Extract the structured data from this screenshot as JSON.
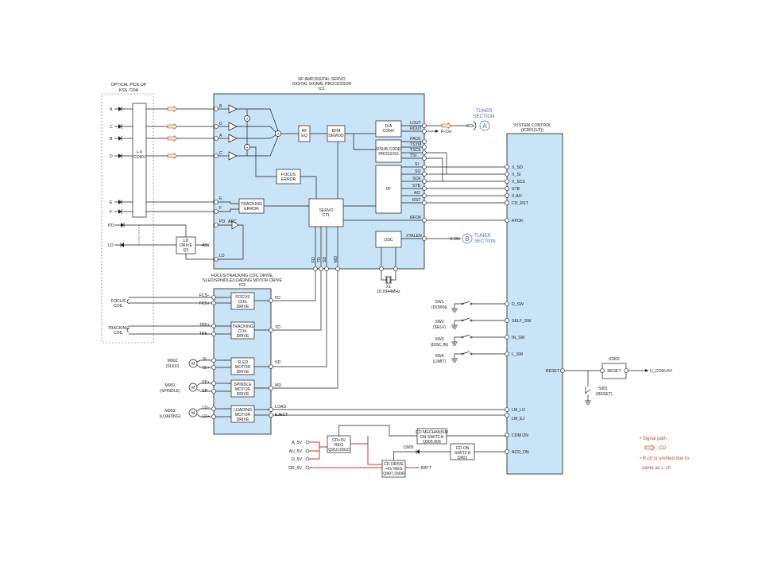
{
  "pickup": {
    "title": "OPTICAL PICK-UP",
    "model": "KSS-720A",
    "iv_line1": "I–V",
    "iv_line2": "CONV",
    "diodes": [
      "A",
      "C",
      "B",
      "D",
      "E",
      "F"
    ],
    "pd": "PD",
    "ld": "LD"
  },
  "ic1": {
    "title_line1": "RF AMP,DIGITAL SERVO",
    "title_line2": "DIGITAL SIGNAL PROCESSOR",
    "title_line3": "IC1",
    "inputs": [
      "B",
      "D",
      "A",
      "C",
      "E",
      "F",
      "PD",
      "LD"
    ],
    "rf_eq": [
      "RF",
      "EQ"
    ],
    "efm": [
      "EFM",
      "DEMOD"
    ],
    "da": [
      "D/A",
      "CONV"
    ],
    "dsub": [
      "DSUB CODE",
      "PROCESS"
    ],
    "focus_error": [
      "FOCUS",
      "ERROR"
    ],
    "tracking_error": [
      "TRACKING",
      "ERROR"
    ],
    "servo": [
      "SERVO",
      "CTL"
    ],
    "if": "I/F",
    "osc": "OSC",
    "apc": "APC",
    "audio_pins": [
      "LOUT",
      "ROUT"
    ],
    "sub_pins": [
      "PACK",
      "TSYM",
      "TSCK",
      "TSI"
    ],
    "if_pins": [
      "SI",
      "SO",
      "SCK",
      "STB",
      "AO",
      "RST"
    ],
    "rfok": "RFOK",
    "xtalen": "XTALEN",
    "servo_out": [
      "FD",
      "TD",
      "SD",
      "MD"
    ],
    "crystal": "X1",
    "crystal_freq": "16.9344MHz"
  },
  "ld_drive": {
    "line1": "LD",
    "line2": "DRIVE",
    "line3": "Q1",
    "supply": "A5V"
  },
  "tuner_a": {
    "title_line1": "TUNER",
    "title_line2": "SECTION",
    "letter": "A",
    "label": "COL",
    "rch": "R-CH"
  },
  "tuner_b": {
    "title_line1": "TUNER",
    "title_line2": "SECTION",
    "letter": "B",
    "label": "X ON"
  },
  "ic2": {
    "title_line1": "FOCUS/TRACKING COIL DRIVE,",
    "title_line2": "SLED/SPINDLE/LOADING MOTOR DRIVE",
    "title_line3": "IC2",
    "drivers": [
      {
        "lines": [
          "FOCUS",
          "COIL",
          "DRIVE"
        ],
        "in_a": "FCS–",
        "in_b": "FCS+",
        "out": "FD"
      },
      {
        "lines": [
          "TRACKING",
          "COIL",
          "DRIVE"
        ],
        "in_a": "TRK+",
        "in_b": "TRK–",
        "out": "TD"
      },
      {
        "lines": [
          "SLED",
          "MOTOR",
          "DRIVE"
        ],
        "in_a": "SL–",
        "in_b": "SL+",
        "out": "SD"
      },
      {
        "lines": [
          "SPINDLE",
          "MOTOR",
          "DRIVE"
        ],
        "in_a": "SP+",
        "in_b": "SP–",
        "out": "MD"
      },
      {
        "lines": [
          "LOADING",
          "MOTOR",
          "DRIVE"
        ],
        "in_a": "LD–",
        "in_b": "LD+",
        "out": "LOAD"
      }
    ],
    "eject": "EJECT"
  },
  "coils": [
    {
      "line1": "FOCUS",
      "line2": "COIL"
    },
    {
      "line1": "TRACKING",
      "line2": "COIL"
    }
  ],
  "motors": [
    {
      "line1": "M902",
      "line2": "(SLED)",
      "symbol": "M"
    },
    {
      "line1": "M901",
      "line2": "(SPINDLE)",
      "symbol": "M"
    },
    {
      "line1": "M903",
      "line2": "(LOADING)",
      "symbol": "M"
    }
  ],
  "sysctl": {
    "title_line1": "SYSTEM CONTROL",
    "title_line2": "(IC801(1/2))",
    "pins": [
      "X_SO",
      "X_SI",
      "X_SCK",
      "STB",
      "X-AO",
      "CD_RST",
      "RFOK",
      "D_SW",
      "SELF_SW",
      "IN_SW",
      "L_SW",
      "LM_LO",
      "LM_EJ",
      "CDM ON",
      "ACD_ON"
    ],
    "reset": "RESET"
  },
  "switches": [
    {
      "line1": "SW1",
      "line2": "(DOWN)"
    },
    {
      "line1": "SW2",
      "line2": "(SELF)"
    },
    {
      "line1": "SW3",
      "line2": "(DISC IN)"
    },
    {
      "line1": "SW4",
      "line2": "(LIMIT)"
    }
  ],
  "ic802": {
    "label": "IC802",
    "box": "RESET",
    "out": "U_COM+5V"
  },
  "s901": {
    "line1": "S901",
    "line2": "(RESET)"
  },
  "power": {
    "inputs": [
      "A_5V",
      "AU_5V",
      "D_5V",
      "DR_6V"
    ],
    "reg1": [
      "CD+5V",
      "REG",
      "Q910,D910"
    ],
    "reg2": [
      "CD DRIVE",
      "+6V REG",
      "Q907,D908"
    ],
    "mech": [
      "CD MECHANISM",
      "ON SWITCH",
      "Q905,906"
    ],
    "cdon": [
      "CD ON",
      "SWITCH",
      "Q901"
    ],
    "d909": "D909",
    "batt": "BATT"
  },
  "legend": {
    "line1": "• Signal path",
    "line2": ": CD",
    "line3": "• R-ch is omitted due to",
    "line4": "same as L-ch."
  },
  "colors": {
    "block_fill": "#c9e4f7",
    "tuner": "#4a6bb5",
    "power_path": "#c0392b",
    "signal_arrow": "#f5e6c8"
  }
}
